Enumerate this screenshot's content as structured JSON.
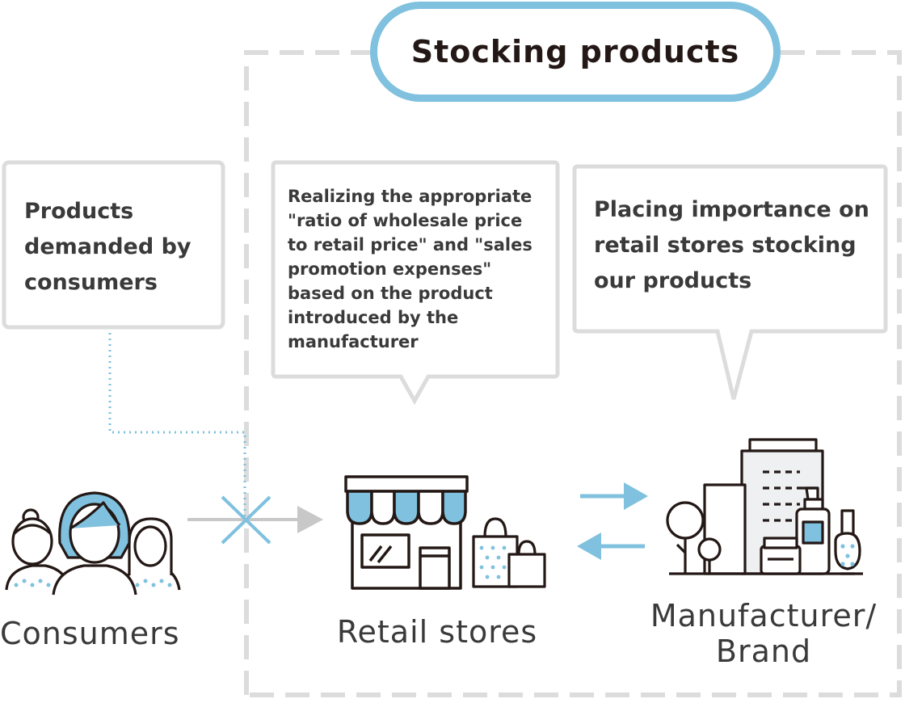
{
  "title": "Stocking products",
  "bubbles": {
    "consumers": [
      "Products",
      "demanded by",
      "consumers"
    ],
    "retail": [
      "Realizing the appropriate",
      "\"ratio of wholesale price",
      "to retail price\" and \"sales",
      "promotion expenses\"",
      "based on the product",
      "introduced by the",
      "manufacturer"
    ],
    "maker": [
      "Placing importance on",
      "retail stores stocking",
      "our products"
    ]
  },
  "labels": {
    "consumers": "Consumers",
    "retail": "Retail stores",
    "maker_line1": "Manufacturer/",
    "maker_line2": "Brand"
  },
  "colors": {
    "accent": "#7fc1de",
    "line": "#231815",
    "gray": "#c8c8c8",
    "dashed": "#dcdcdc"
  },
  "icons": [
    "consumers-icon",
    "retail-store-icon",
    "shopping-bags-icon",
    "manufacturer-buildings-icon",
    "cosmetics-icon"
  ]
}
